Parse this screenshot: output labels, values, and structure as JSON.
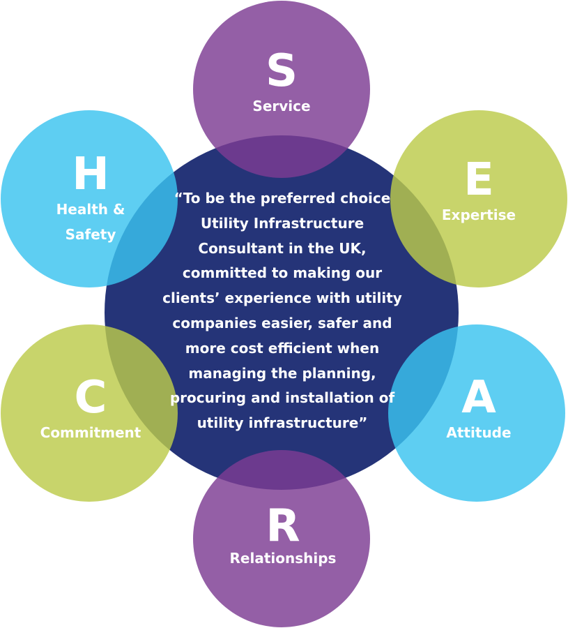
{
  "colors": {
    "center": "#253478",
    "purple": "#7c3c92",
    "green": "#bccb4a",
    "blue": "#3ac3ef",
    "text": "#ffffff"
  },
  "mission_lines": [
    "“To be the preferred choice",
    "Utility Infrastructure",
    "Consultant in the UK,",
    "committed to making our",
    "clients’ experience with utility",
    "companies easier, safer and",
    "more cost efficient when",
    "managing the planning,",
    "procuring and installation of",
    "utility infrastructure”"
  ],
  "values": [
    {
      "letter": "S",
      "label_lines": [
        "Service"
      ],
      "color": "purple"
    },
    {
      "letter": "E",
      "label_lines": [
        "Expertise"
      ],
      "color": "green"
    },
    {
      "letter": "A",
      "label_lines": [
        "Attitude"
      ],
      "color": "blue"
    },
    {
      "letter": "R",
      "label_lines": [
        "Relationships"
      ],
      "color": "purple"
    },
    {
      "letter": "C",
      "label_lines": [
        "Commitment"
      ],
      "color": "green"
    },
    {
      "letter": "H",
      "label_lines": [
        "Health &",
        "Safety"
      ],
      "color": "blue"
    }
  ]
}
